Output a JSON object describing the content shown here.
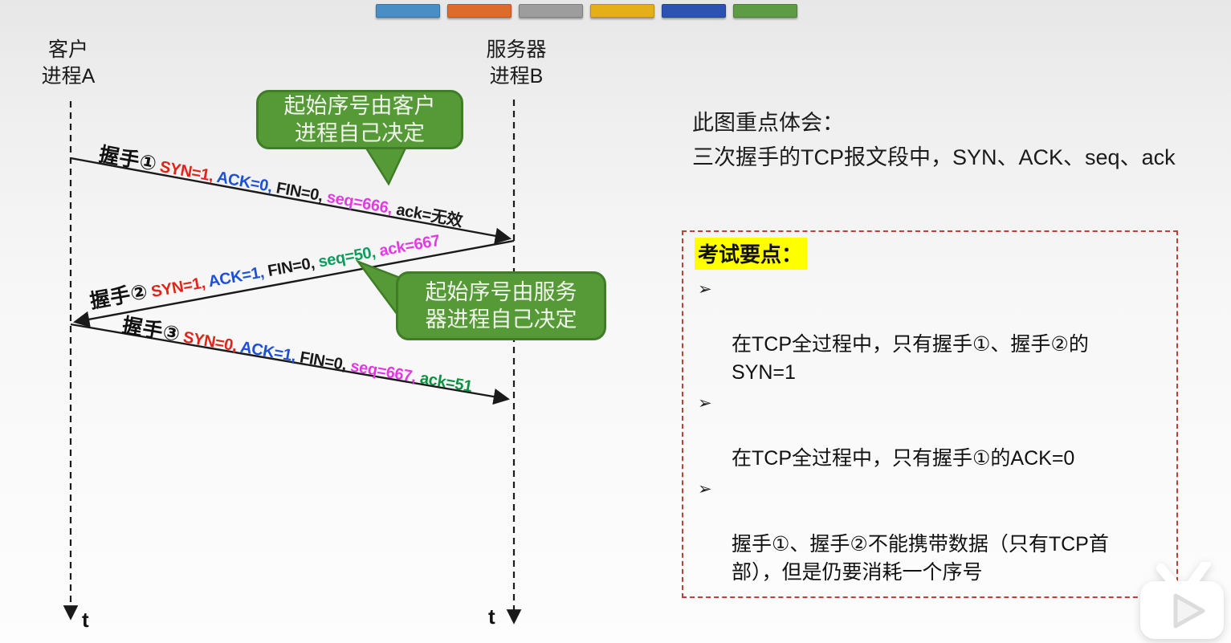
{
  "top_bar": {
    "buttons": [
      {
        "name": "blue",
        "color": "#4a8ec6"
      },
      {
        "name": "orange",
        "color": "#dd6b2b"
      },
      {
        "name": "gray",
        "color": "#9d9d9d"
      },
      {
        "name": "yellow",
        "color": "#e5af17"
      },
      {
        "name": "navy",
        "color": "#2d53b2"
      },
      {
        "name": "green",
        "color": "#5d9b44"
      }
    ]
  },
  "diagram": {
    "client_label": "客户\n进程A",
    "server_label": "服务器\n进程B",
    "time_label_left": "t",
    "time_label_right": "t",
    "arrows": [
      {
        "label": "握手①",
        "parts": [
          {
            "text": "SYN=1,",
            "color": "#e02418"
          },
          {
            "text": " ACK=0,",
            "color": "#1d50d8"
          },
          {
            "text": " FIN=0,",
            "color": "#1a1a1a"
          },
          {
            "text": " seq=666,",
            "color": "#e23ae2"
          },
          {
            "text": " ack=无效",
            "color": "#1a1a1a"
          }
        ]
      },
      {
        "label": "握手②",
        "parts": [
          {
            "text": "SYN=1,",
            "color": "#e02418"
          },
          {
            "text": " ACK=1,",
            "color": "#1d50d8"
          },
          {
            "text": " FIN=0,",
            "color": "#1a1a1a"
          },
          {
            "text": " seq=50,",
            "color": "#0a9d5e"
          },
          {
            "text": " ack=667",
            "color": "#e23ae2"
          }
        ]
      },
      {
        "label": "握手③",
        "parts": [
          {
            "text": "SYN=0,",
            "color": "#e02418"
          },
          {
            "text": " ACK=1,",
            "color": "#1d50d8"
          },
          {
            "text": " FIN=0,",
            "color": "#1a1a1a"
          },
          {
            "text": " seq=667,",
            "color": "#e23ae2"
          },
          {
            "text": " ack=51",
            "color": "#0c9140"
          }
        ]
      }
    ],
    "callouts": [
      {
        "text": "起始序号由客户\n进程自己决定"
      },
      {
        "text": "起始序号由服务\n器进程自己决定"
      }
    ],
    "colors": {
      "callout_fill": "#569a38",
      "callout_border": "#3f7d27",
      "line": "#1a1a1a"
    }
  },
  "notes": {
    "heading": "此图重点体会：\n三次握手的TCP报文段中，SYN、ACK、seq、ack",
    "exam_box": {
      "title": "考试要点：",
      "bullet": "➢",
      "items": [
        "在TCP全过程中，只有握手①、握手②的\nSYN=1",
        "在TCP全过程中，只有握手①的ACK=0",
        "握手①、握手②不能携带数据（只有TCP首\n部），但是仍要消耗一个序号"
      ],
      "border_color": "#bf4036",
      "highlight_color": "#ffff00"
    }
  },
  "player": {
    "icon": "bilibili-tv-play-icon"
  }
}
